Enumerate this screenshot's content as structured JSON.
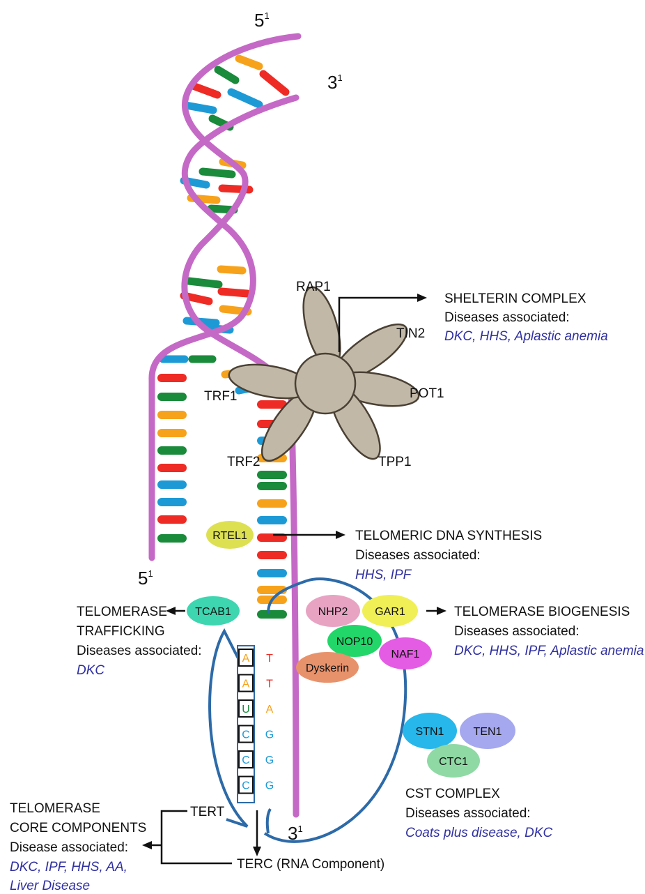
{
  "strand_labels": {
    "top_5": "5",
    "top_3": "3",
    "bottom_5": "5",
    "bottom_3": "3",
    "prime": "1"
  },
  "shelterin": {
    "title": "SHELTERIN COMPLEX",
    "assoc_label": "Diseases associated:",
    "diseases": "DKC, HHS, Aplastic anemia",
    "proteins": [
      "RAP1",
      "TIN2",
      "POT1",
      "TPP1",
      "TRF1",
      "TRF2"
    ]
  },
  "rtel1": {
    "protein": "RTEL1",
    "title": "TELOMERIC DNA SYNTHESIS",
    "assoc_label": "Diseases associated:",
    "diseases": "HHS, IPF"
  },
  "trafficking": {
    "protein": "TCAB1",
    "title_line1": "TELOMERASE",
    "title_line2": "TRAFFICKING",
    "assoc_label": "Diseases associated:",
    "diseases": "DKC"
  },
  "biogenesis": {
    "proteins": [
      "NHP2",
      "GAR1",
      "NOP10",
      "NAF1",
      "Dyskerin"
    ],
    "title": "TELOMERASE BIOGENESIS",
    "assoc_label": "Diseases associated:",
    "diseases": "DKC, HHS, IPF, Aplastic anemia"
  },
  "cst": {
    "proteins": [
      "STN1",
      "TEN1",
      "CTC1"
    ],
    "title": "CST COMPLEX",
    "assoc_label": "Diseases associated:",
    "diseases": "Coats plus disease, DKC"
  },
  "core": {
    "title_line1": "TELOMERASE",
    "title_line2": "CORE COMPONENTS",
    "assoc_label": "Disease associated:",
    "diseases_line1": "DKC, IPF, HHS, AA,",
    "diseases_line2": "Liver Disease",
    "tert": "TERT",
    "terc": "TERC (RNA Component)"
  },
  "template": {
    "rna": [
      "A",
      "A",
      "U",
      "C",
      "C",
      "C"
    ],
    "dna": [
      "T",
      "T",
      "A",
      "G",
      "G",
      "G"
    ]
  },
  "colors": {
    "backbone": "#c569c6",
    "protein_body": "#c2b8a8",
    "red": "#ee2b24",
    "green": "#1a8a3b",
    "orange": "#f7a21b",
    "blue": "#1d9ad6",
    "loop": "#2d6aa8",
    "disease_text": "#2f2fa0"
  }
}
